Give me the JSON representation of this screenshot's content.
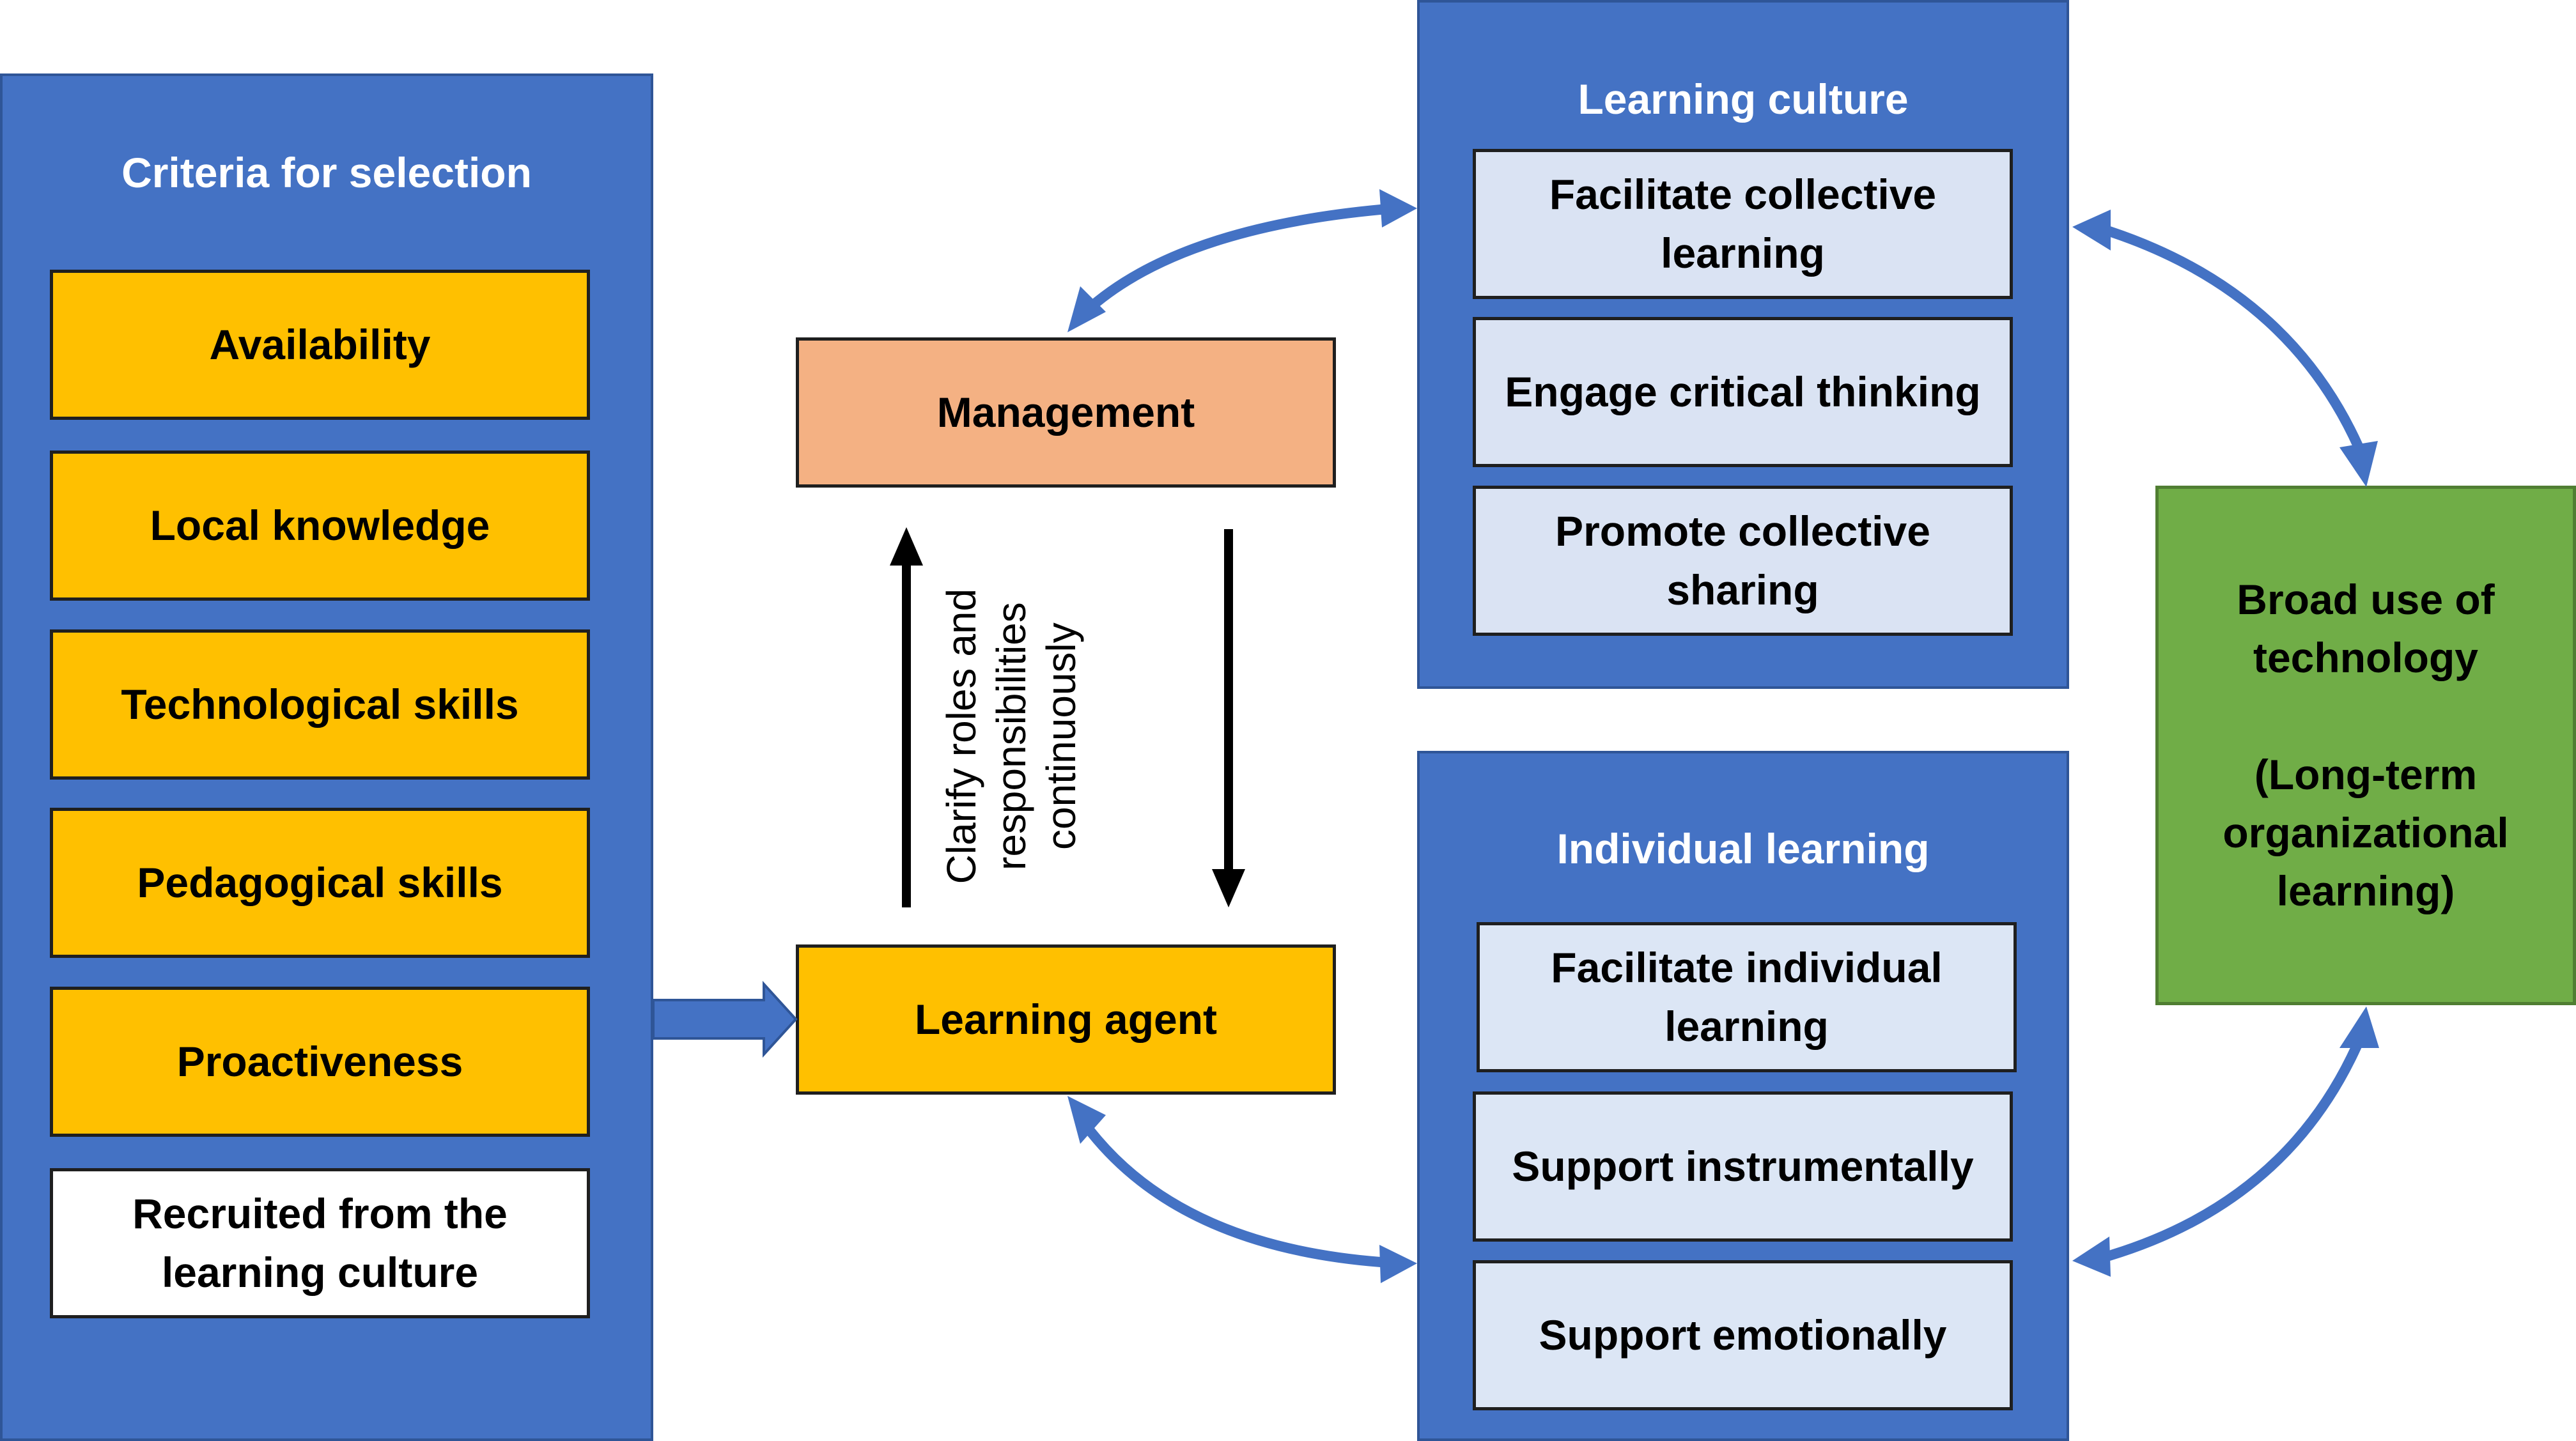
{
  "criteria": {
    "title": "Criteria for selection",
    "items": [
      "Availability",
      "Local knowledge",
      "Technological skills",
      "Pedagogical skills",
      "Proactiveness"
    ],
    "recruited": "Recruited from the learning culture"
  },
  "management": "Management",
  "learning_agent": "Learning agent",
  "roles_text": "Clarify roles and responsibilities continuously",
  "learning_culture": {
    "title": "Learning culture",
    "items": [
      "Facilitate collective learning",
      "Engage critical thinking",
      "Promote collective sharing"
    ]
  },
  "individual_learning": {
    "title": "Individual learning",
    "items": [
      "Facilitate individual learning",
      "Support instrumentally",
      "Support emotionally"
    ]
  },
  "technology": {
    "line1": "Broad use of technology",
    "line2": "(Long-term organizational learning)"
  },
  "colors": {
    "panel_blue": "#4472C4",
    "yellow": "#FFC000",
    "salmon": "#F4B183",
    "light_blue": "#DAE3F3",
    "green": "#70AD47"
  }
}
